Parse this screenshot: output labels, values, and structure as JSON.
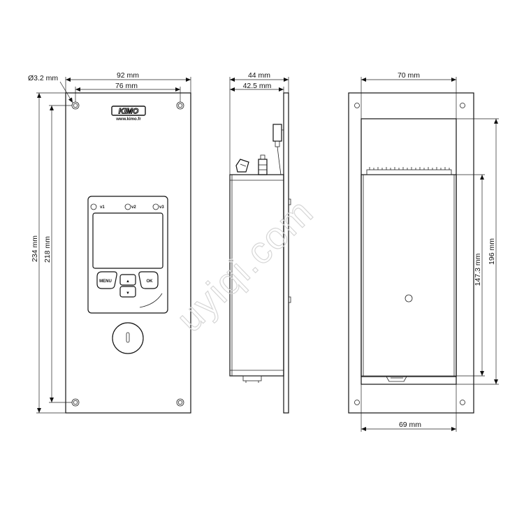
{
  "front_view": {
    "dim_overall_width": "92 mm",
    "dim_hole_spacing_width": "76 mm",
    "dim_hole_diameter": "Ø3.2 mm",
    "dim_overall_height": "234 mm",
    "dim_hole_spacing_height": "218 mm",
    "logo_text": "KIMO",
    "logo_url": "www.kimo.fr",
    "led_labels": [
      "v1",
      "v2",
      "v3"
    ],
    "key_labels": [
      "MENU",
      "▲",
      "▼",
      "OK"
    ]
  },
  "side_view": {
    "dim_overall_depth": "44 mm",
    "dim_body_depth": "42.5 mm"
  },
  "back_view": {
    "dim_body_width_top": "70 mm",
    "dim_body_width_bottom": "69 mm",
    "dim_cutout_height": "196 mm",
    "dim_body_height": "147.3 mm"
  },
  "watermark": "uyiqi.com"
}
